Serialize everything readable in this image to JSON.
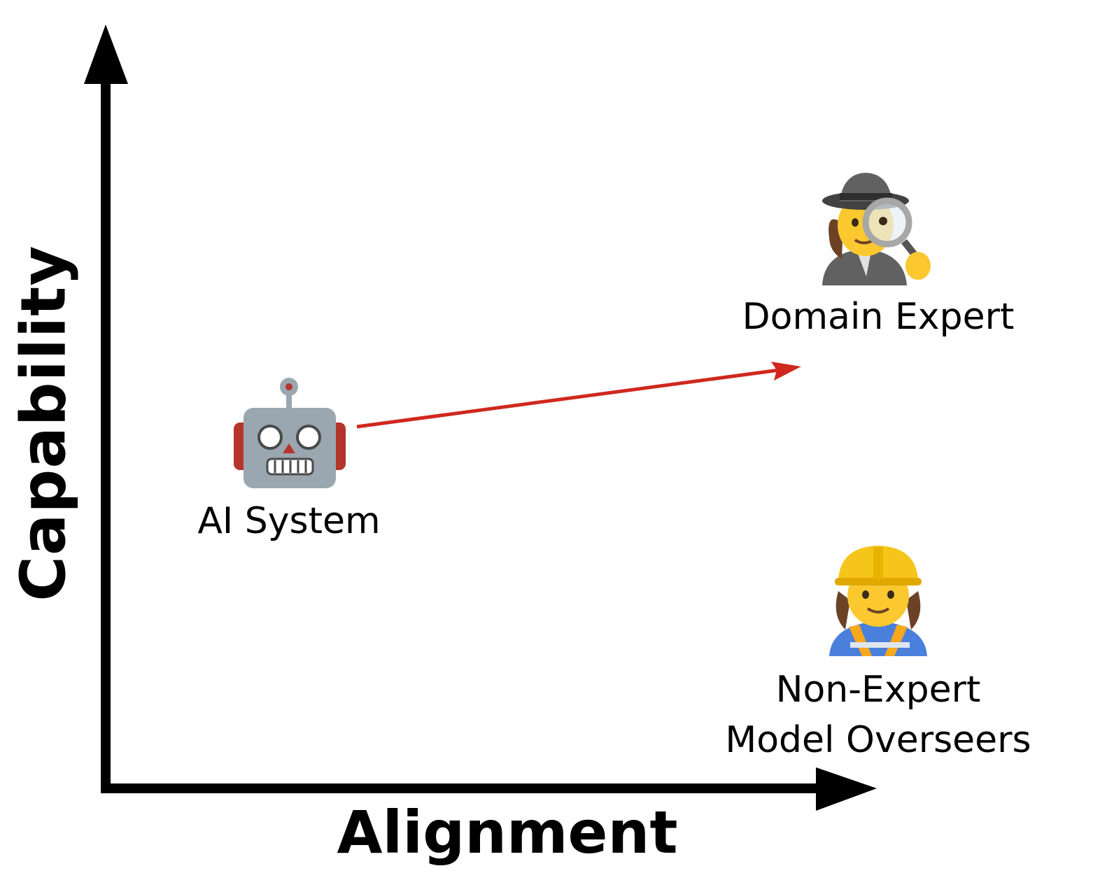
{
  "axes": {
    "y_label": "Capability",
    "x_label": "Alignment"
  },
  "nodes": {
    "ai_system": {
      "label": "AI System",
      "icon": "robot-icon"
    },
    "domain_expert": {
      "label": "Domain Expert",
      "icon": "detective-icon"
    },
    "non_expert": {
      "label_line1": "Non-Expert",
      "label_line2": "Model Overseers",
      "icon": "construction-worker-icon"
    }
  },
  "arrow": {
    "from": "ai_system",
    "to": "domain_expert",
    "color": "#d0281e"
  },
  "colors": {
    "axis": "#000000",
    "arrow": "#d0281e",
    "robot_body": "#9aa7b0",
    "robot_ears": "#b5342c",
    "skin": "#fbc830",
    "hard_hat": "#f6c51b",
    "hair": "#6b4226",
    "vest": "#f7a81b",
    "shirt": "#4a7fdc",
    "detective_coat": "#616161"
  }
}
